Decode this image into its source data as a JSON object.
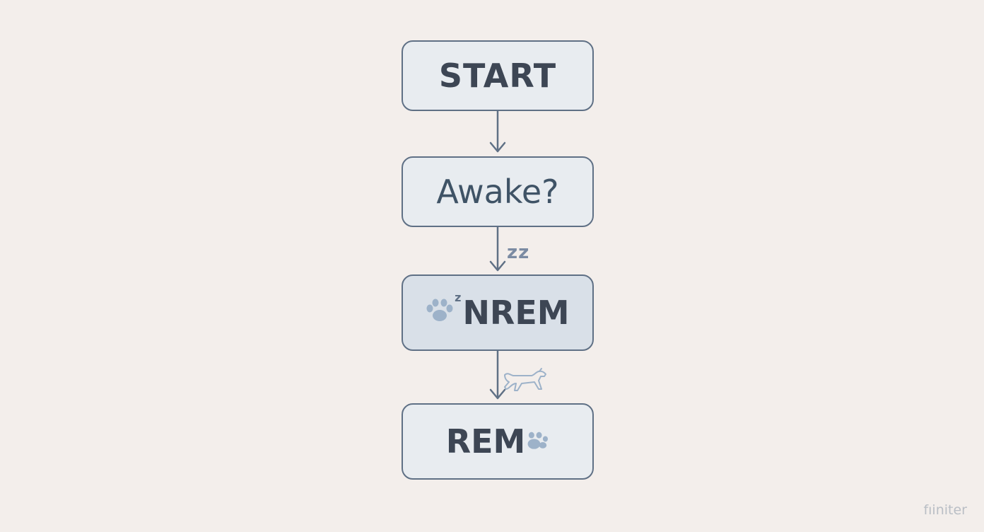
{
  "nodes": {
    "start": "START",
    "awake": "Awake?",
    "nrem": "NREM",
    "rem": "REM"
  },
  "edge_labels": {
    "awake_to_nrem": "zz",
    "nrem_paw_badge": "z"
  },
  "icons": {
    "nrem": "sleeping-paw-icon",
    "nrem_to_rem": "running-dog-icon",
    "rem": "paw-icon"
  },
  "watermark": "fıiniter",
  "colors": {
    "background": "#f3eeeb",
    "node_fill": "#e8ecf0",
    "node_highlight_fill": "#d9e0e8",
    "stroke": "#5f7085",
    "text": "#3d4654",
    "accent": "#9db2c9"
  }
}
